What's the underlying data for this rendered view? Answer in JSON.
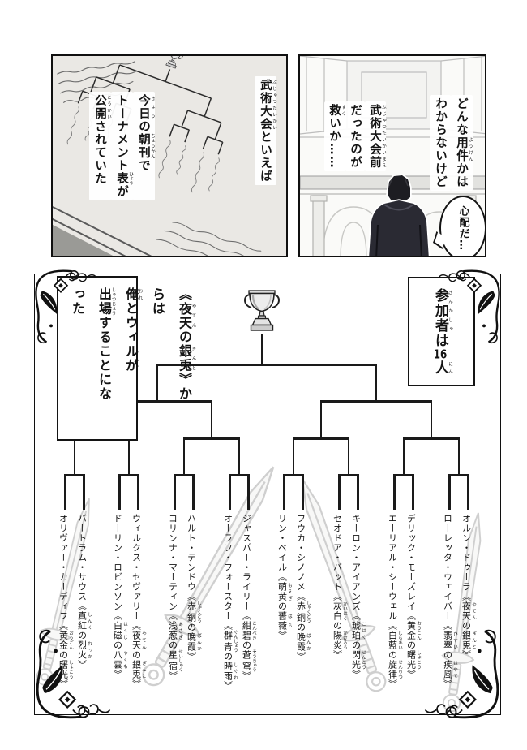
{
  "page": {
    "ink": "#141414",
    "paper": "#ffffff",
    "newsprint": "#eae8e4"
  },
  "panel_top_left": {
    "caption_main": "武術大会(ぶじゅつたいかい)といえば",
    "caption_sub": [
      "今日(きょう)の朝刊(ちょうかん)で",
      "トーナメント表(ひょう)が",
      "公開(こうかい)されていた"
    ]
  },
  "panel_top_right": {
    "caption_right": [
      "どんな用件(ようけん)かは",
      "わからないけど"
    ],
    "caption_left": [
      "武術大会前(ぶじゅつたいかいまえ)",
      "だったのが",
      "救(すく)いか……"
    ],
    "speech_bubble": "心配だ…"
  },
  "tournament": {
    "intro_box_lines": [
      "《夜天(やてん)の銀兎(ぎんと)》からは",
      "俺(おれ)とウィルが",
      "出場(しゅつじょう)することになった"
    ],
    "participants_box": {
      "pre": "参加者(さんかしゃ)は",
      "count": "16",
      "post": "人(にん)"
    },
    "participants": [
      "オリヴァー・カーディフ《黄金(おうごん)の曙光(しょこう)》",
      "バートラム・サウス《真紅(しんく)の烈火(れっか)》",
      "ドーリン・ロビンソン《白磁(はくじ)の八雲(やくも)》",
      "ウィルクス・セヴァリー《夜天(やてん)の銀兎(ぎんと)》",
      "コリンナ・マーティン《浅葱(あさぎ)の星宿(せいしゅく)》",
      "ハルト・テンドウ《赤銅(しゃくどう)の晩霞(ばんか)》",
      "オーラフ・フォースター《群青(ぐんじょう)の時雨(しぐれ)》",
      "ジャスパー・ライリー《紺碧(こんぺき)の蒼穹(そうきゅう)》",
      "リン・ベイル《萌黄(もえぎ)の薔薇(ばら)》",
      "フウカ・シノノメ《赤銅(しゃくどう)の晩霞(ばんか)》",
      "セオドア・バット《灰白(かいはく)の陽炎(かげろう)》",
      "キーロン・アイアンズ《琥珀(こはく)の閃光(せんこう)》",
      "エーリアル・シーウェル《白藍(しらあい)の旋律(せんりつ)》",
      "デリック・モーズレイ《黄金(おうごん)の曙光(しょこう)》",
      "ローレッタ・ウェイバー《翡翠(ひすい)の疾風(はやて)》",
      "オルン・ドゥーラ《夜天(やてん)の銀兎(ぎんと)》"
    ]
  }
}
